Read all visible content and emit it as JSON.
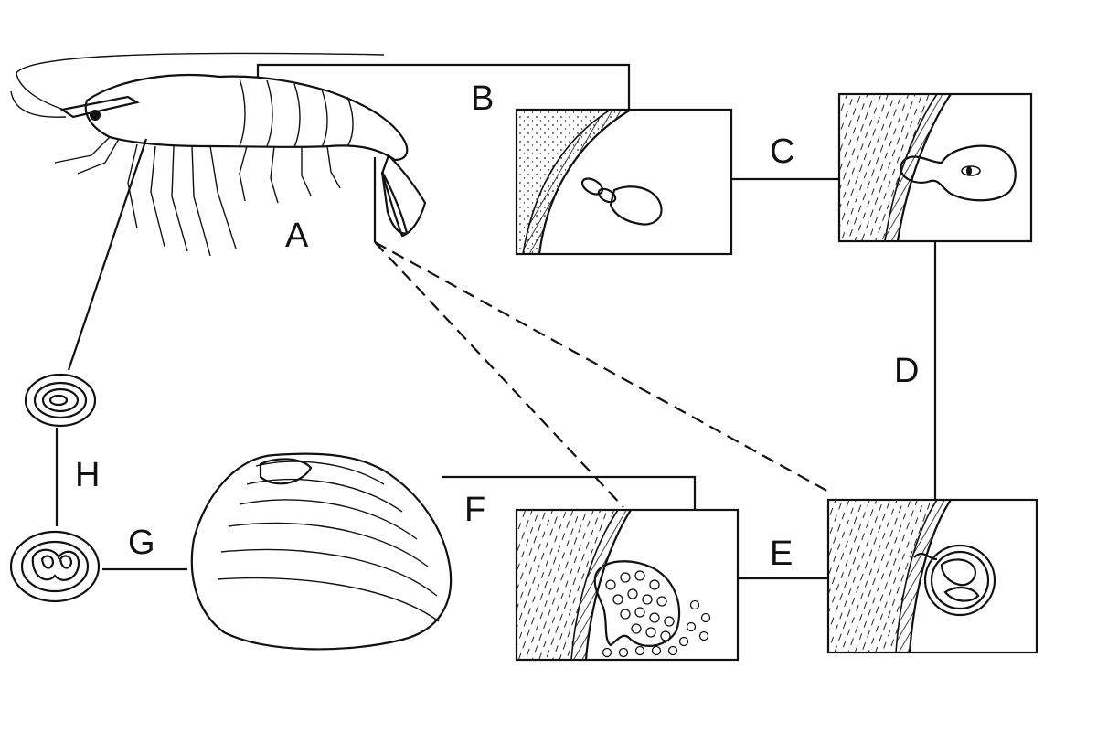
{
  "labels": {
    "A": "A",
    "B": "B",
    "C": "C",
    "D": "D",
    "E": "E",
    "F": "F",
    "G": "G",
    "H": "H"
  },
  "illustrations": {
    "host_shrimp": "shrimp-illustration",
    "host_clam": "clam-illustration",
    "cyst_spore_1": "spore-illustration",
    "cyst_spore_2": "spore-illustration"
  },
  "colors": {
    "ink": "#111111",
    "background": "#ffffff"
  }
}
